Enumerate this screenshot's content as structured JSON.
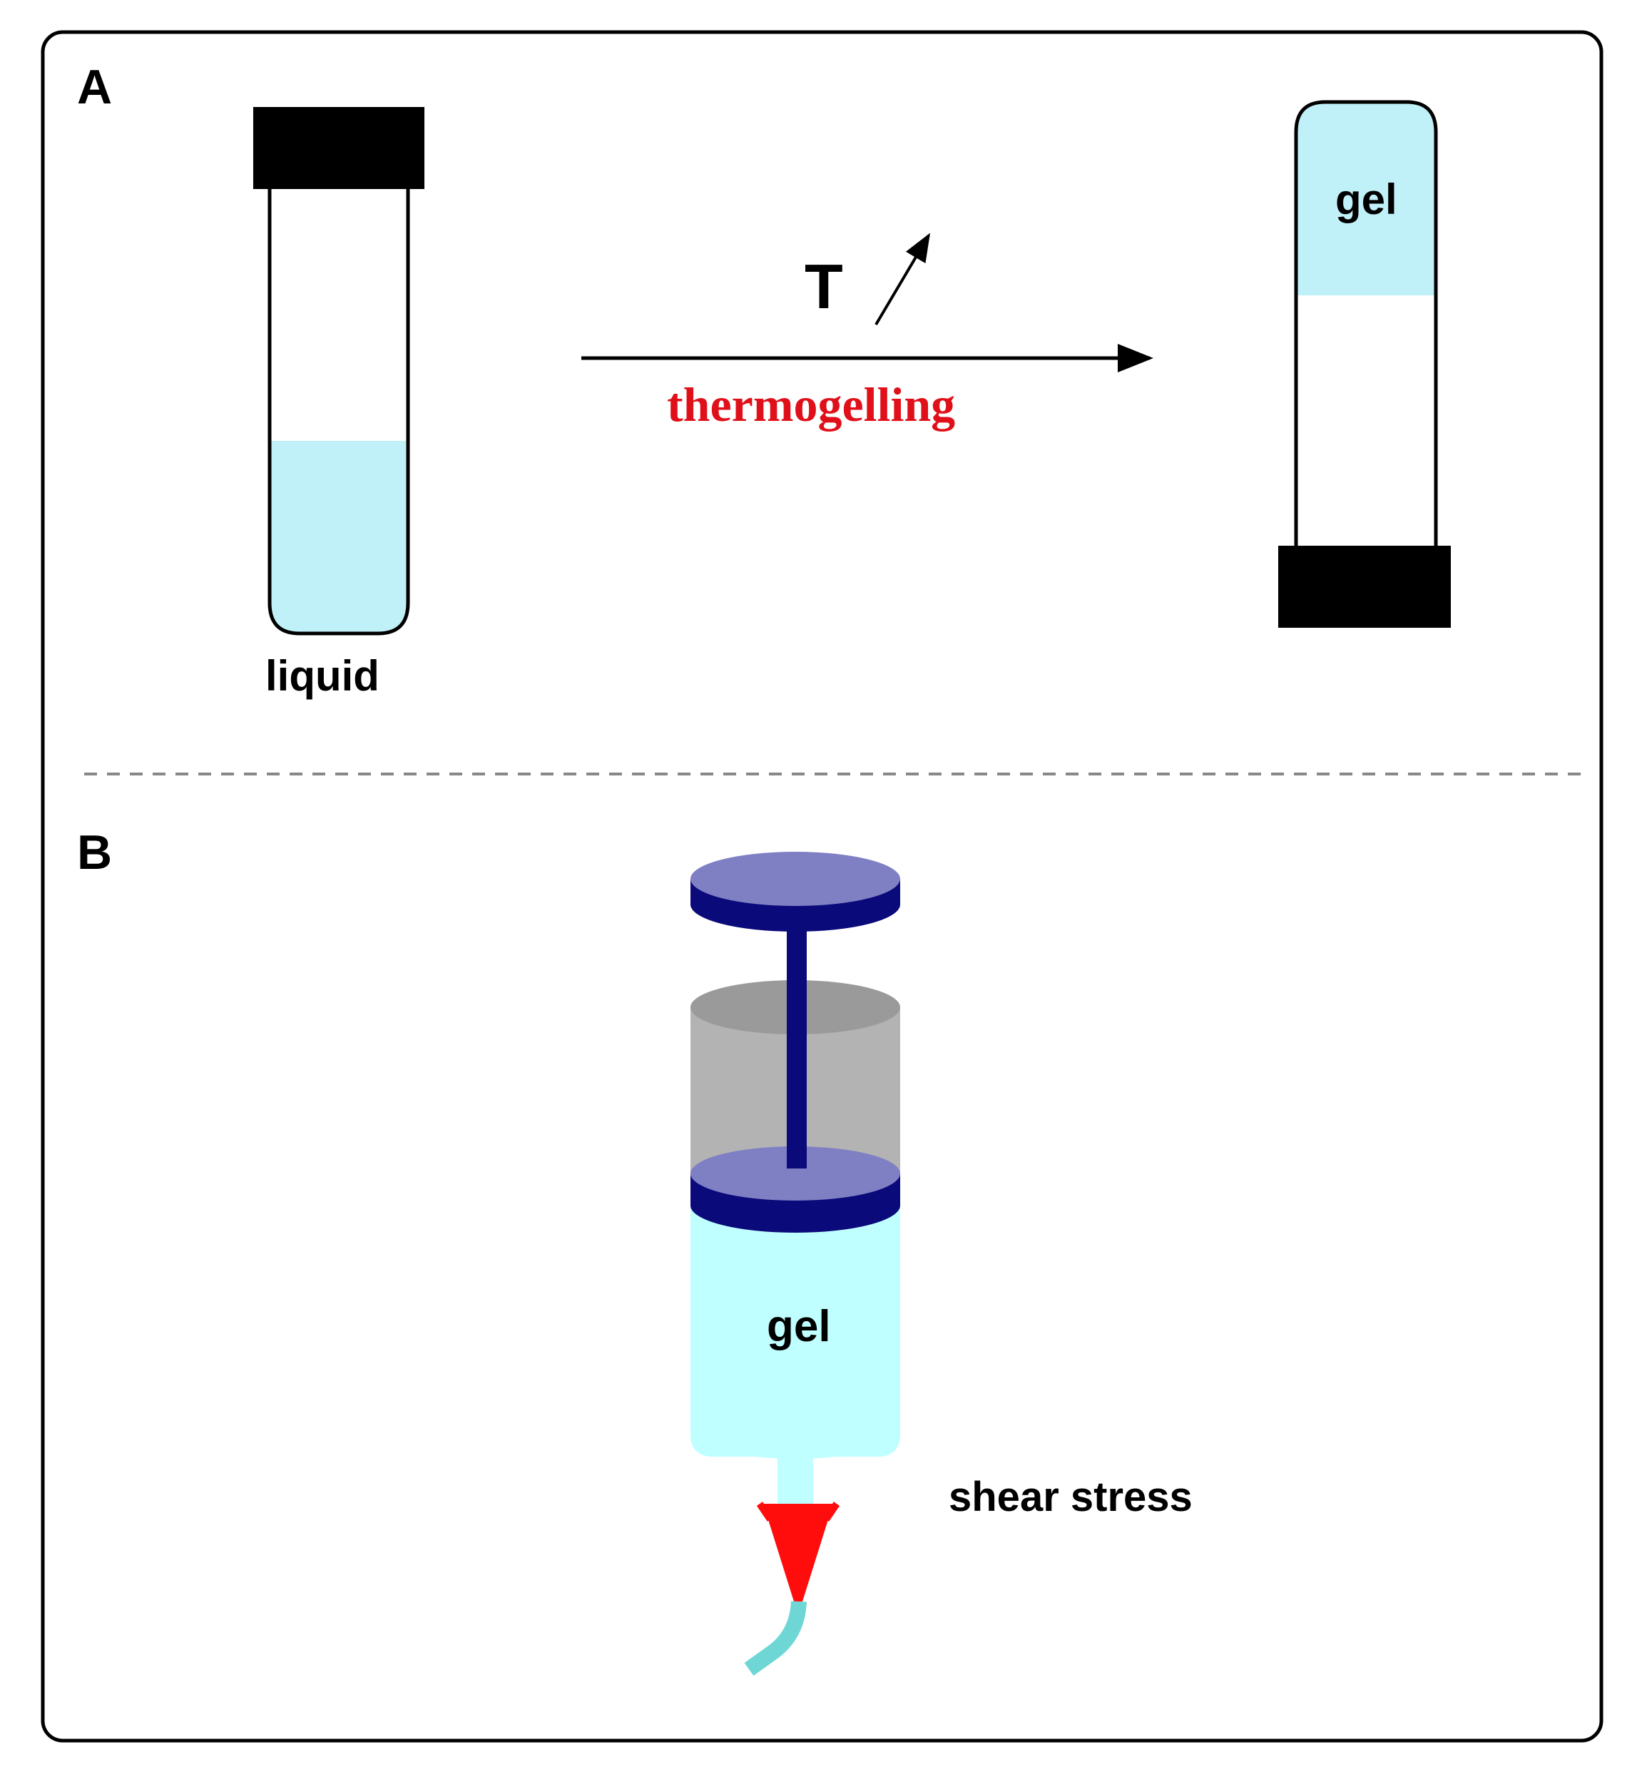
{
  "panels": {
    "a": {
      "label": "A"
    },
    "b": {
      "label": "B"
    }
  },
  "tube_left": {
    "label": "liquid"
  },
  "tube_right": {
    "label": "gel"
  },
  "arrow": {
    "symbol": "T",
    "caption": "thermogelling"
  },
  "syringe": {
    "label": "gel",
    "annotation": "shear stress"
  },
  "colors": {
    "liquid": "#c0f0f8",
    "cap": "#000000",
    "caption_red": "#e0101a",
    "plunger_light": "#7f7fc4",
    "plunger_dark": "#0a0a7a",
    "barrel_gray": "#b3b3b3",
    "barrel_gray_top": "#9a9a9a",
    "gel_fill": "#c0ffff",
    "needle_red": "#ff0d0d",
    "stream": "#6fd6d6"
  }
}
